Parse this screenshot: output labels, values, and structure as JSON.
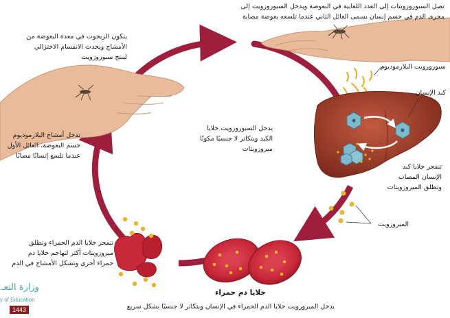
{
  "labels": {
    "top": [
      "تصل السبوروزويتات إلى الغدد اللعابية في البعوضة ويدخل السبوروزويت إلى",
      "مجرى الدم في جسم إنسان يسمى العائل الثاني عندما تلسعه بعوضة مصابة"
    ],
    "left_top": [
      "يتكون الزيجوت في معدة البعوضة من",
      "الأمشاج ويحدث الانقسام الاختزالي",
      "لينتج سبوروزويت"
    ],
    "left_mid": [
      "تدخل أمشاج البلازموديوم",
      "جسم البعوضة، العائل الأول",
      "عندما تلسع إنسانًا مصابًا"
    ],
    "left_bottom": [
      "تنفجر خلايا الدم الحمراء وتطلق",
      "ميروزويتات أكثر لتهاجم خلايا دم",
      "حمراء أخرى وتشكل الأمشاج في الدم"
    ],
    "sporozoite": "سبوروزويت البلازموديوم",
    "liver": "كبد الإنسان",
    "center": [
      "يدخل السبوروزويت خلايا",
      "الكبد ويتكاثر لا جنسيًا مكونًا",
      "ميروزويتات"
    ],
    "liver_burst": [
      "تنفجر خلايا كبد",
      "الإنسان المصاب",
      "وتطلق الميروزويتات"
    ],
    "merozoite": "الميروزويت",
    "rbc": "خلايا دم حمراء",
    "bottom": "يدخل الميروزويت خلايا الدم الحمراء في الإنسان ويتكاثر لا جنسيًا بشكل سريع"
  },
  "watermark": {
    "arabic": "وزارة التعـ",
    "english": "y of Education",
    "page": "1443"
  },
  "colors": {
    "cycle": "#9e1f3c",
    "liver": "#a33d2a",
    "rbc": "#c8283a",
    "merozoite": "#e6b42e",
    "skin": "#e8bb9a",
    "teal": "#4aa79f"
  }
}
